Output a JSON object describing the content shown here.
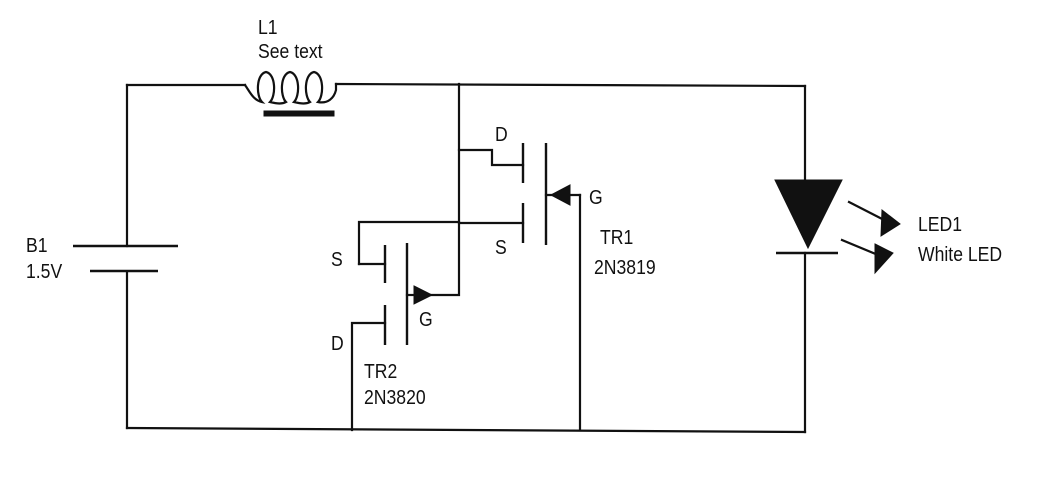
{
  "diagram": {
    "type": "circuit-schematic",
    "components": {
      "battery": {
        "ref": "B1",
        "value": "1.5V"
      },
      "inductor": {
        "ref": "L1",
        "value": "See text"
      },
      "tr1": {
        "ref": "TR1",
        "part": "2N3819",
        "pins": {
          "drain": "D",
          "gate": "G",
          "source": "S"
        }
      },
      "tr2": {
        "ref": "TR2",
        "part": "2N3820",
        "pins": {
          "drain": "D",
          "gate": "G",
          "source": "S"
        }
      },
      "led": {
        "ref": "LED1",
        "value": "White LED"
      }
    }
  }
}
